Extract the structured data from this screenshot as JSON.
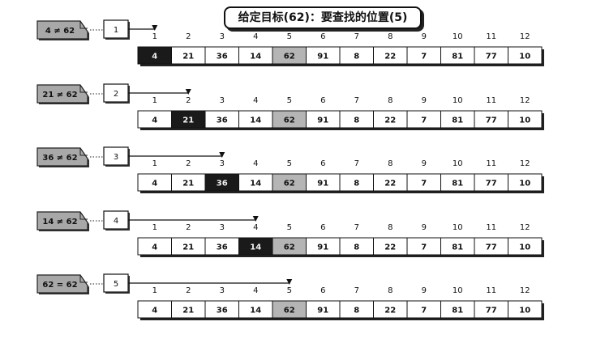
{
  "title": "给定目标(62)：要查找的位置(5)",
  "indices": [
    "1",
    "2",
    "3",
    "4",
    "5",
    "6",
    "7",
    "8",
    "9",
    "10",
    "11",
    "12"
  ],
  "values": [
    "4",
    "21",
    "36",
    "14",
    "62",
    "91",
    "8",
    "22",
    "7",
    "81",
    "77",
    "10"
  ],
  "target_index": 5,
  "colors": {
    "current": "#1a1a1a",
    "target": "#b5b5b5",
    "cell": "#ffffff",
    "tag": "#a8a8a8"
  },
  "steps": [
    {
      "comparison": "4 ≠ 62",
      "step_label": "1",
      "current_index": 1
    },
    {
      "comparison": "21 ≠ 62",
      "step_label": "2",
      "current_index": 2
    },
    {
      "comparison": "36 ≠ 62",
      "step_label": "3",
      "current_index": 3
    },
    {
      "comparison": "14 ≠ 62",
      "step_label": "4",
      "current_index": 4
    },
    {
      "comparison": "62 = 62",
      "step_label": "5",
      "current_index": 5
    }
  ]
}
